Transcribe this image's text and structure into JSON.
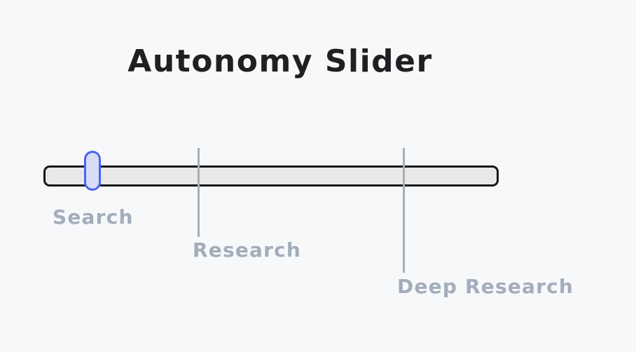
{
  "page": {
    "title": "Autonomy Slider",
    "background_color": "#f7f8fa",
    "title_color": "#1f2022"
  },
  "slider": {
    "name": "autonomy-slider",
    "track_color": "#e8e8e8",
    "track_border_color": "#16181a",
    "thumb_fill_color": "#d7dcf7",
    "thumb_border_color": "#4a63ef",
    "tick_color": "#a5aebc",
    "label_color": "#a3adbb",
    "current_value": "Search",
    "stops": [
      {
        "label": "Search",
        "has_tick": false,
        "position_pct": 9
      },
      {
        "label": "Research",
        "has_tick": true,
        "position_pct": 34
      },
      {
        "label": "Deep Research",
        "has_tick": true,
        "position_pct": 79
      }
    ]
  }
}
